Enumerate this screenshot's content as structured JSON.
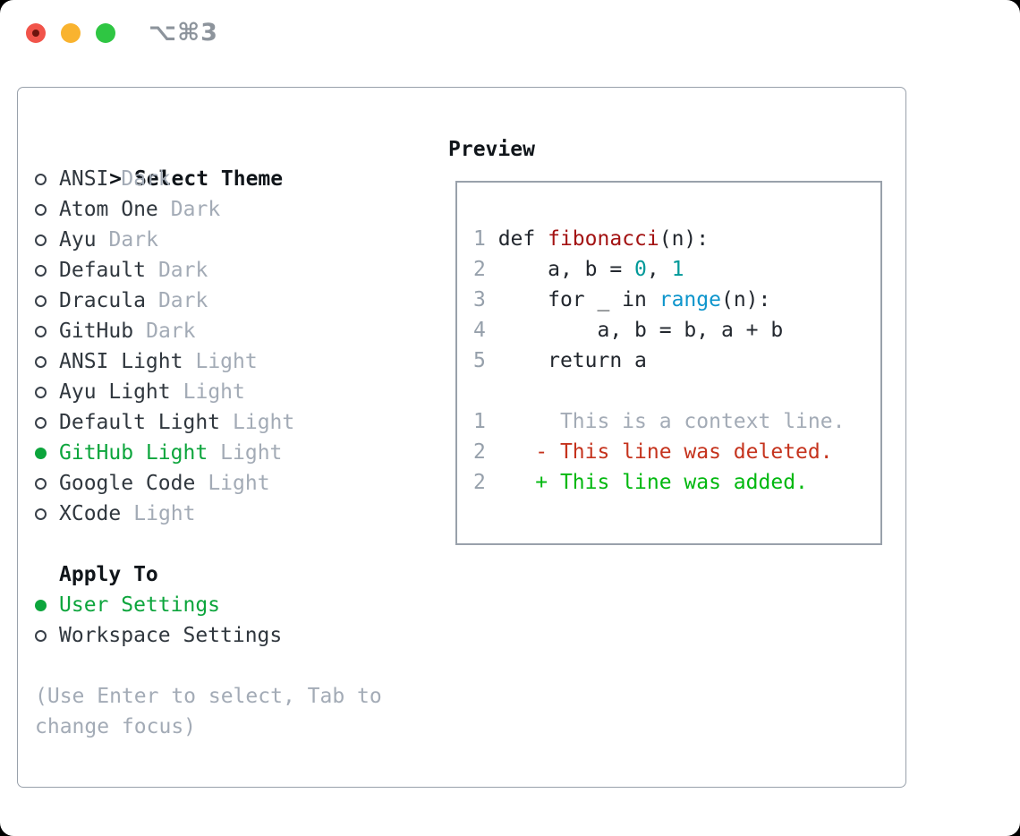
{
  "window": {
    "title": "⌥⌘3",
    "buttons": {
      "close": "close",
      "minimize": "minimize",
      "zoom": "zoom"
    }
  },
  "theme_panel": {
    "prompt": ">",
    "title": "Select Theme",
    "items": [
      {
        "name": "ANSI",
        "variant": "Dark",
        "selected": false
      },
      {
        "name": "Atom One",
        "variant": "Dark",
        "selected": false
      },
      {
        "name": "Ayu",
        "variant": "Dark",
        "selected": false
      },
      {
        "name": "Default",
        "variant": "Dark",
        "selected": false
      },
      {
        "name": "Dracula",
        "variant": "Dark",
        "selected": false
      },
      {
        "name": "GitHub",
        "variant": "Dark",
        "selected": false
      },
      {
        "name": "ANSI Light",
        "variant": "Light",
        "selected": false
      },
      {
        "name": "Ayu Light",
        "variant": "Light",
        "selected": false
      },
      {
        "name": "Default Light",
        "variant": "Light",
        "selected": false
      },
      {
        "name": "GitHub Light",
        "variant": "Light",
        "selected": true
      },
      {
        "name": "Google Code",
        "variant": "Light",
        "selected": false
      },
      {
        "name": "XCode",
        "variant": "Light",
        "selected": false
      }
    ]
  },
  "apply_panel": {
    "title": "Apply To",
    "items": [
      {
        "name": "User Settings",
        "selected": true
      },
      {
        "name": "Workspace Settings",
        "selected": false
      }
    ]
  },
  "help": {
    "lines": [
      "(Use Enter to select, Tab to",
      "change focus)"
    ]
  },
  "preview": {
    "title": "Preview",
    "lines": [
      {
        "num": "1",
        "segments": [
          [
            " def ",
            "fg"
          ],
          [
            "fibonacci",
            "func"
          ],
          [
            "(n):",
            "fg"
          ]
        ]
      },
      {
        "num": "2",
        "segments": [
          [
            "     a, b = ",
            "fg"
          ],
          [
            "0",
            "num"
          ],
          [
            ", ",
            "fg"
          ],
          [
            "1",
            "num"
          ]
        ]
      },
      {
        "num": "3",
        "segments": [
          [
            "     for _ in ",
            "fg"
          ],
          [
            "range",
            "builtin"
          ],
          [
            "(n):",
            "fg"
          ]
        ]
      },
      {
        "num": "4",
        "segments": [
          [
            "         a, b = b, a + b",
            "fg"
          ]
        ]
      },
      {
        "num": "5",
        "segments": [
          [
            "     return a",
            "fg"
          ]
        ]
      },
      {
        "num": "",
        "segments": []
      },
      {
        "num": "1",
        "segments": [
          [
            "      This is a context line.",
            "muted"
          ]
        ]
      },
      {
        "num": "2",
        "segments": [
          [
            "    - This line was deleted.",
            "del"
          ]
        ]
      },
      {
        "num": "2",
        "segments": [
          [
            "    + This line was added.",
            "add"
          ]
        ]
      }
    ]
  },
  "colors": {
    "accent_green": "#0ca53c",
    "diff_added": "#00b80f",
    "diff_deleted": "#c5331d",
    "code_fg": "#22272e",
    "func_red": "#a31313",
    "builtin_blue": "#0d95cc",
    "number_teal": "#009999",
    "muted_gray": "#a3abb6",
    "line_number_gray": "#96a0ab"
  }
}
